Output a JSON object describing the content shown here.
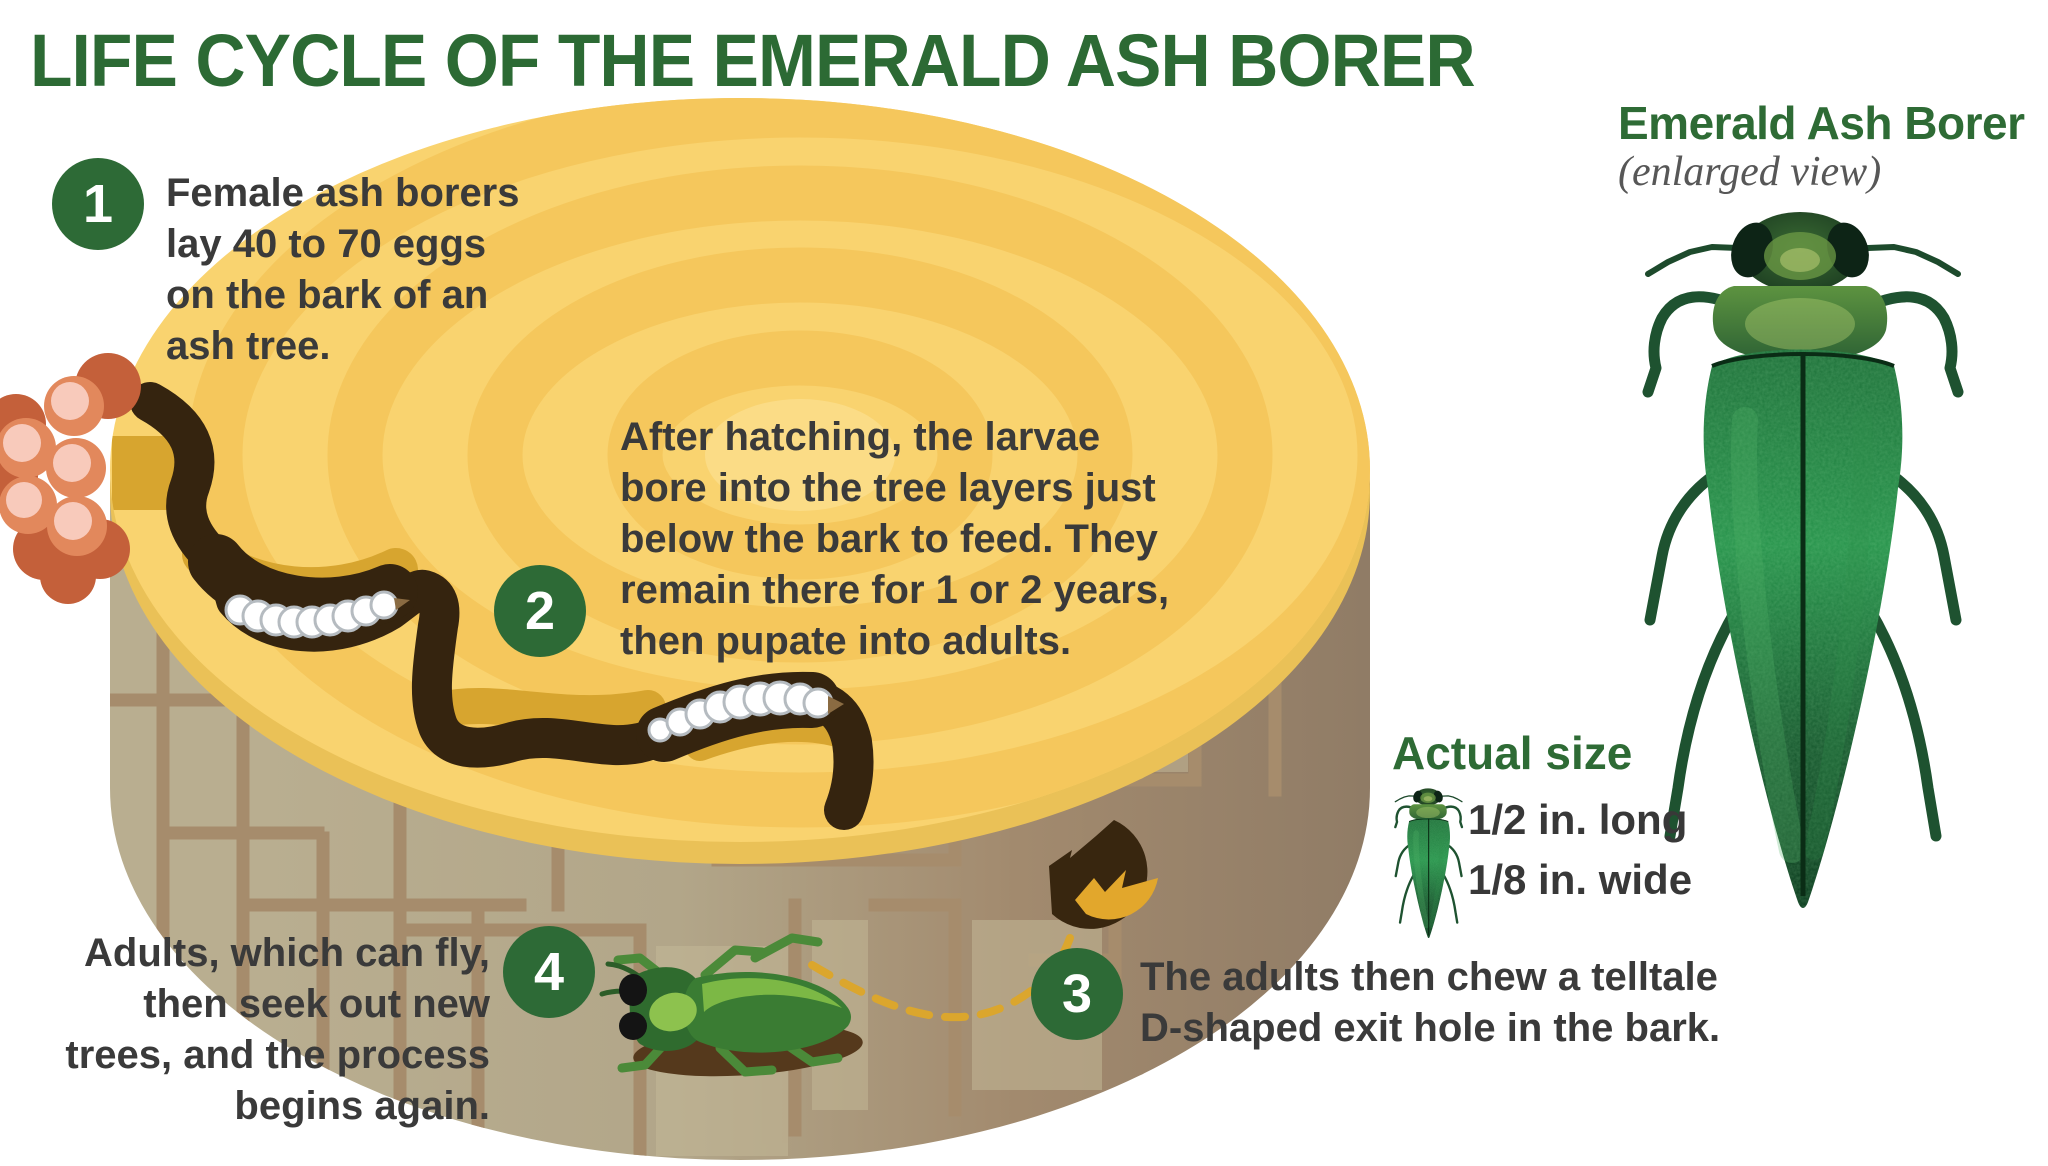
{
  "title": "LIFE CYCLE OF THE EMERALD ASH BORER",
  "steps": [
    {
      "num": "1",
      "text": "Female ash borers\nlay 40 to 70 eggs\non the bark of an\nash tree."
    },
    {
      "num": "2",
      "text": "After hatching, the larvae\nbore into the tree layers just\nbelow the bark to feed. They\nremain there for 1 or 2 years,\nthen pupate into adults."
    },
    {
      "num": "3",
      "text": "The adults then chew a telltale\nD-shaped exit hole in the bark."
    },
    {
      "num": "4",
      "text": "Adults, which can fly,\nthen seek out new\ntrees, and the process\nbegins again."
    }
  ],
  "side_panel": {
    "heading": "Emerald Ash Borer",
    "subheading": "(enlarged view)",
    "actual_size": {
      "label": "Actual size",
      "length": "1/2 in. long",
      "width": "1/8 in. wide"
    }
  },
  "colors": {
    "accent_green": "#2e6b35",
    "badge_green": "#2d6a36",
    "text_dark": "#3a3a3a",
    "wood_yellow": "#f9d36f",
    "wood_ring_dark": "#f5c75c",
    "wood_ring_light": "#fbdc86",
    "wood_rim": "#eac157",
    "bark_khaki": "#b7ad8f",
    "bark_brown": "#9c8671",
    "bark_line": "#a68c6c",
    "tunnel_dark": "#35240f",
    "tunnel_ochre": "#d7a52f",
    "egg_orange": "#e2885c",
    "egg_dark": "#c4603a",
    "egg_light": "#f8cabb",
    "gold_dashes": "#e2a72c",
    "beetle_emerald": "#25924a"
  }
}
